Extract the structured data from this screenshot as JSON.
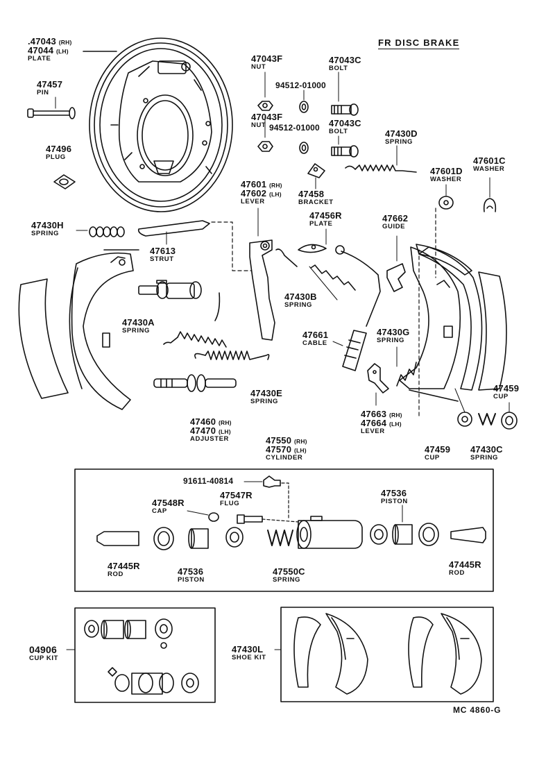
{
  "header": {
    "title": "FR DISC BRAKE"
  },
  "footer": {
    "code": "MC  4860-G"
  },
  "parts": {
    "plate": {
      "pn1": ".47043",
      "side1": "(RH)",
      "pn2": "47044",
      "side2": "(LH)",
      "name": "PLATE"
    },
    "pin": {
      "pn": "47457",
      "name": "PIN"
    },
    "plug": {
      "pn": "47496",
      "name": "PLUG"
    },
    "nut_top": {
      "pn": "47043F",
      "name": "NUT"
    },
    "nut_bot": {
      "pn": "47043F",
      "name": "NUT"
    },
    "bolt_top": {
      "pn": "47043C",
      "name": "BOLT"
    },
    "bolt_bot": {
      "pn": "47043C",
      "name": "BOLT"
    },
    "washer_top": {
      "pn": "94512-01000"
    },
    "washer_bot": {
      "pn": "94512-01000"
    },
    "spring_d": {
      "pn": "47430D",
      "name": "SPRING"
    },
    "bracket": {
      "pn": "47458",
      "name": "BRACKET"
    },
    "lever_main": {
      "pn1": "47601",
      "side1": "(RH)",
      "pn2": "47602",
      "side2": "(LH)",
      "name": "LEVER"
    },
    "washer_d": {
      "pn": "47601D",
      "name": "WASHER"
    },
    "washer_c": {
      "pn": "47601C",
      "name": "WASHER"
    },
    "spring_h": {
      "pn": "47430H",
      "name": "SPRING"
    },
    "strut": {
      "pn": "47613",
      "name": "STRUT"
    },
    "plate_r": {
      "pn": "47456R",
      "name": "PLATE"
    },
    "guide": {
      "pn": "47662",
      "name": "GUIDE"
    },
    "spring_b": {
      "pn": "47430B",
      "name": "SPRING"
    },
    "spring_a": {
      "pn": "47430A",
      "name": "SPRING"
    },
    "cable": {
      "pn": "47661",
      "name": "CABLE"
    },
    "spring_g": {
      "pn": "47430G",
      "name": "SPRING"
    },
    "spring_e": {
      "pn": "47430E",
      "name": "SPRING"
    },
    "adjuster": {
      "pn1": "47460",
      "side1": "(RH)",
      "pn2": "47470",
      "side2": "(LH)",
      "name": "ADJUSTER"
    },
    "lever_b": {
      "pn1": "47663",
      "side1": "(RH)",
      "pn2": "47664",
      "side2": "(LH)",
      "name": "LEVER"
    },
    "cup_r": {
      "pn": "47459",
      "name": "CUP"
    },
    "cup_l": {
      "pn": "47459",
      "name": "CUP"
    },
    "spring_c": {
      "pn": "47430C",
      "name": "SPRING"
    },
    "cylinder": {
      "pn1": "47550",
      "side1": "(RH)",
      "pn2": "47570",
      "side2": "(LH)",
      "name": "CYLINDER"
    },
    "bleeder": {
      "pn": "91611-40814"
    },
    "cap": {
      "pn": "47548R",
      "name": "CAP"
    },
    "plug_r": {
      "pn": "47547R",
      "name": "FLUG"
    },
    "piston_r": {
      "pn": "47536",
      "name": "PISTON"
    },
    "rod_l": {
      "pn": "47445R",
      "name": "ROD"
    },
    "piston_l": {
      "pn": "47536",
      "name": "PISTON"
    },
    "spring_cyl": {
      "pn": "47550C",
      "name": "SPRING"
    },
    "rod_r": {
      "pn": "47445R",
      "name": "ROD"
    },
    "cup_kit": {
      "pn": "04906",
      "name": "CUP KIT"
    },
    "shoe_kit": {
      "pn": "47430L",
      "name": "SHOE KIT"
    }
  }
}
